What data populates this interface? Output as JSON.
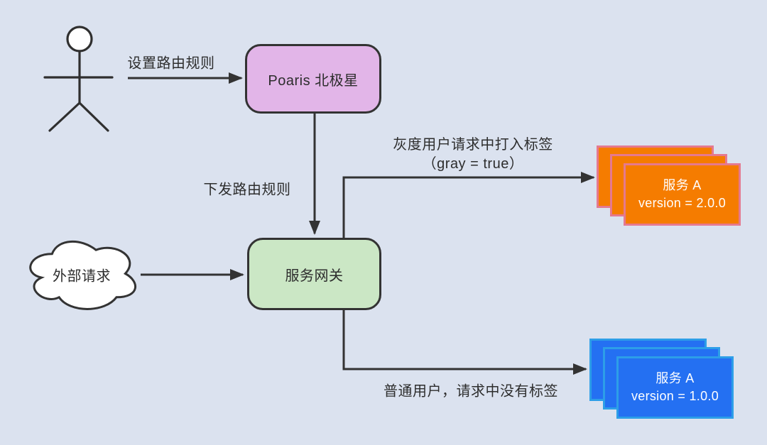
{
  "diagram": {
    "background": "#dbe2ef",
    "stroke": "#333333",
    "labels": {
      "set_rule": "设置路由规则",
      "push_rule": "下发路由规则",
      "gray_line1": "灰度用户请求中打入标签",
      "gray_line2": "（gray = true）",
      "normal": "普通用户，请求中没有标签"
    },
    "nodes": {
      "external": {
        "label": "外部请求",
        "fill": "#ffffff"
      },
      "polaris": {
        "label": "Poaris 北极星",
        "fill": "#e2b5e8"
      },
      "gateway": {
        "label": "服务网关",
        "fill": "#cbe7c5"
      },
      "service_gray": {
        "title": "服务 A",
        "version": "version = 2.0.0",
        "fill": "#f57c00",
        "border": "#e5798f"
      },
      "service_normal": {
        "title": "服务 A",
        "version": "version = 1.0.0",
        "fill": "#2470f2",
        "border": "#2d9ee8"
      }
    }
  }
}
